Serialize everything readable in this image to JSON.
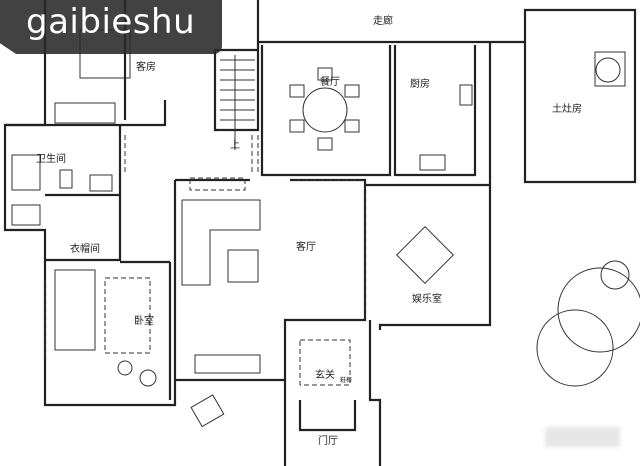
{
  "watermark": "gaibieshu",
  "rooms": {
    "corridor": "走廊",
    "guest_room": "客房",
    "bathroom": "卫生间",
    "wardrobe": "衣帽间",
    "bedroom": "卧室",
    "dining": "餐厅",
    "kitchen": "厨房",
    "stove_room": "土灶房",
    "living": "客厅",
    "entertainment": "娱乐室",
    "foyer": "玄关",
    "entrance_hall": "门厅",
    "shoe_cabinet": "鞋柜",
    "stairs_up": "上"
  },
  "colors": {
    "line": "#222222",
    "watermark_bg": "#282828"
  }
}
